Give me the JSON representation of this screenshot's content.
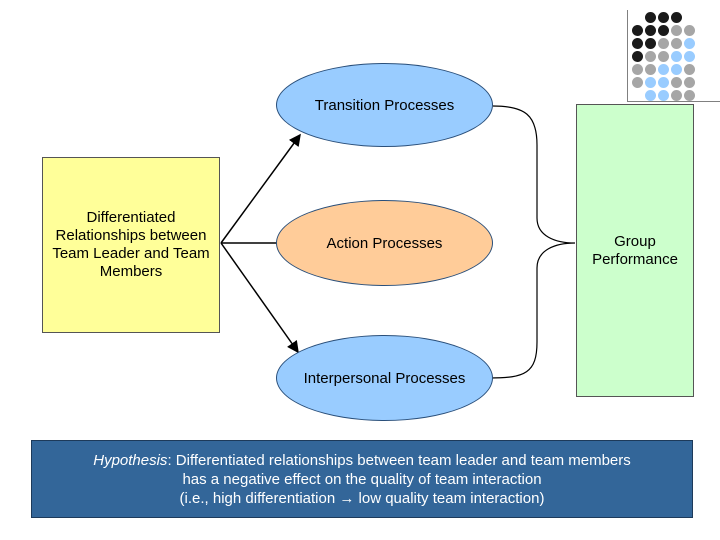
{
  "diagram": {
    "input_box": {
      "text": "Differentiated Relationships between Team Leader and Team Members"
    },
    "processes": [
      {
        "label": "Transition Processes"
      },
      {
        "label": "Action Processes"
      },
      {
        "label": "Interpersonal Processes"
      }
    ],
    "output_box": {
      "text": "Group Performance"
    }
  },
  "hypothesis": {
    "label": "Hypothesis",
    "line1_rest": ": Differentiated relationships between team leader and team members",
    "line2": "has a negative effect on the quality of team interaction",
    "line3": "(i.e., high differentiation → low quality team interaction)"
  },
  "colors": {
    "input_box": "#ffff99",
    "output_box": "#ccffcc",
    "ellipse_blue": "#99ccff",
    "ellipse_orange": "#ffcc99",
    "hypothesis_bg": "#336699",
    "dot_dark": "#1a1a1a",
    "dot_gray": "#a6a6a6",
    "dot_blue": "#99ccff"
  }
}
